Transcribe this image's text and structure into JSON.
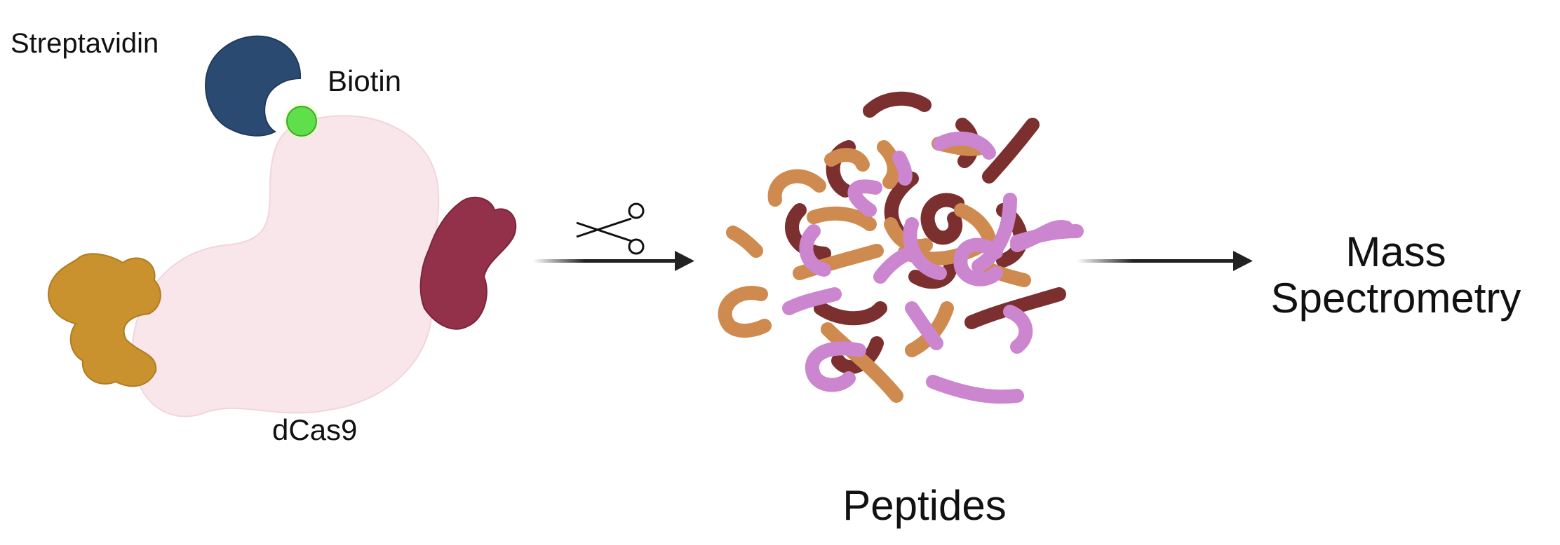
{
  "labels": {
    "streptavidin": "Streptavidin",
    "biotin": "Biotin",
    "dcas9": "dCas9",
    "peptides": "Peptides",
    "mass_line1": "Mass",
    "mass_line2": "Spectrometry"
  },
  "colors": {
    "streptavidin": "#2b4a72",
    "biotin": "#5fe04a",
    "biotin_glow": "#e6f7a8",
    "dcas9": "#f8e6ea",
    "protein_gold": "#c9922e",
    "protein_maroon": "#93304a",
    "peptide_orange": "#cf8a4f",
    "peptide_brown": "#7b2f2f",
    "peptide_pink": "#cc86cf",
    "arrow": "#222222"
  },
  "icons": {
    "scissors": "scissors-icon"
  }
}
